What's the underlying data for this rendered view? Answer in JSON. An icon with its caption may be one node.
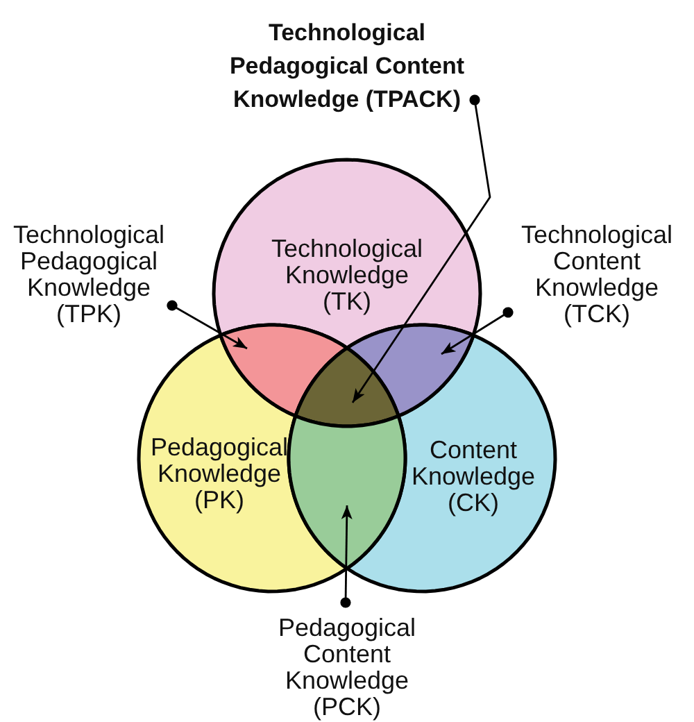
{
  "diagram": {
    "nodes": [
      {
        "text": [
          "Technological Pedagogical Content Knowledge (TPACK)"
        ]
      },
      {
        "text": [
          "Technological Knowledge (TK)"
        ]
      },
      {
        "text": [
          "Technological Pedagogical Knowledge (TPK)"
        ]
      },
      {
        "text": [
          "Technological Content Knowledge (TCK)"
        ]
      },
      {
        "text": [
          "Pedagogical Knowledge (PK)"
        ]
      },
      {
        "text": [
          "Content Knowledge (CK)"
        ]
      },
      {
        "text": [
          "Pedagogical Content Knowledge (PCK)"
        ]
      },
      {
        "text": [],
        "shape": "lens"
      },
      {
        "text": [],
        "shape": "lens"
      },
      {
        "text": [],
        "shape": "triangle"
      },
      {
        "text": [],
        "shape": "lens"
      }
    ],
    "edges": [
      {
        "from": 0,
        "to": 9,
        "arrow": "to"
      },
      {
        "from": 2,
        "to": 7,
        "arrow": "to"
      },
      {
        "from": 3,
        "to": 8,
        "arrow": "to"
      },
      {
        "from": 6,
        "to": 10,
        "arrow": "to"
      }
    ]
  }
}
